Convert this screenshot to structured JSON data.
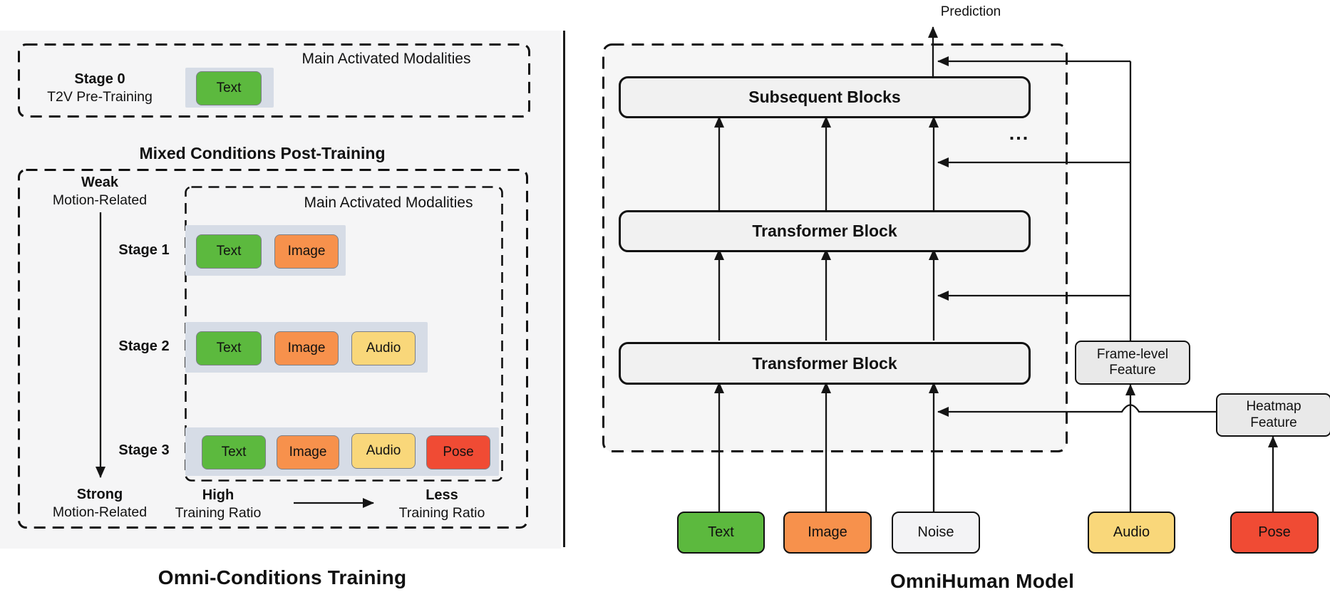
{
  "left_panel": {
    "title": "Omni-Conditions Training",
    "stage0": {
      "modalities_title": "Main Activated Modalities",
      "stage_label": "Stage 0",
      "stage_sublabel": "T2V Pre-Training",
      "chips": [
        {
          "label": "Text"
        }
      ]
    },
    "post_training_heading": "Mixed Conditions Post-Training",
    "inner_modalities_title": "Main Activated Modalities",
    "weak_label": "Weak",
    "weak_sublabel": "Motion-Related",
    "strong_label": "Strong",
    "strong_sublabel": "Motion-Related",
    "high_label": "High",
    "high_sublabel": "Training Ratio",
    "less_label": "Less",
    "less_sublabel": "Training Ratio",
    "stages": [
      {
        "label": "Stage 1",
        "chips": [
          {
            "label": "Text"
          },
          {
            "label": "Image"
          }
        ]
      },
      {
        "label": "Stage 2",
        "chips": [
          {
            "label": "Text"
          },
          {
            "label": "Image"
          },
          {
            "label": "Audio"
          }
        ]
      },
      {
        "label": "Stage 3",
        "chips": [
          {
            "label": "Text"
          },
          {
            "label": "Image"
          },
          {
            "label": "Audio"
          },
          {
            "label": "Pose"
          }
        ]
      }
    ]
  },
  "right_panel": {
    "title": "OmniHuman Model",
    "prediction_label": "Prediction",
    "ellipsis": "...",
    "blocks": {
      "subsequent": "Subsequent Blocks",
      "transformer_mid": "Transformer Block",
      "transformer_low": "Transformer Block"
    },
    "feature_boxes": {
      "frame_level": {
        "line1": "Frame-level",
        "line2": "Feature"
      },
      "heatmap": {
        "line1": "Heatmap",
        "line2": "Feature"
      }
    },
    "chips": [
      {
        "label": "Text"
      },
      {
        "label": "Image"
      },
      {
        "label": "Noise"
      },
      {
        "label": "Audio"
      },
      {
        "label": "Pose"
      }
    ]
  },
  "colors": {
    "green": "#5cb93e",
    "orange": "#f7914c",
    "yellow": "#f9d77a",
    "red": "#f04b34",
    "noise_fill": "#f3f3f5",
    "block_fill": "#f1f1f1",
    "feature_fill": "#e9e9e9",
    "container_fill": "#d6dce6",
    "panel_bg": "#f5f5f6",
    "box_bg": "#f6f6f6",
    "line": "#141414"
  }
}
